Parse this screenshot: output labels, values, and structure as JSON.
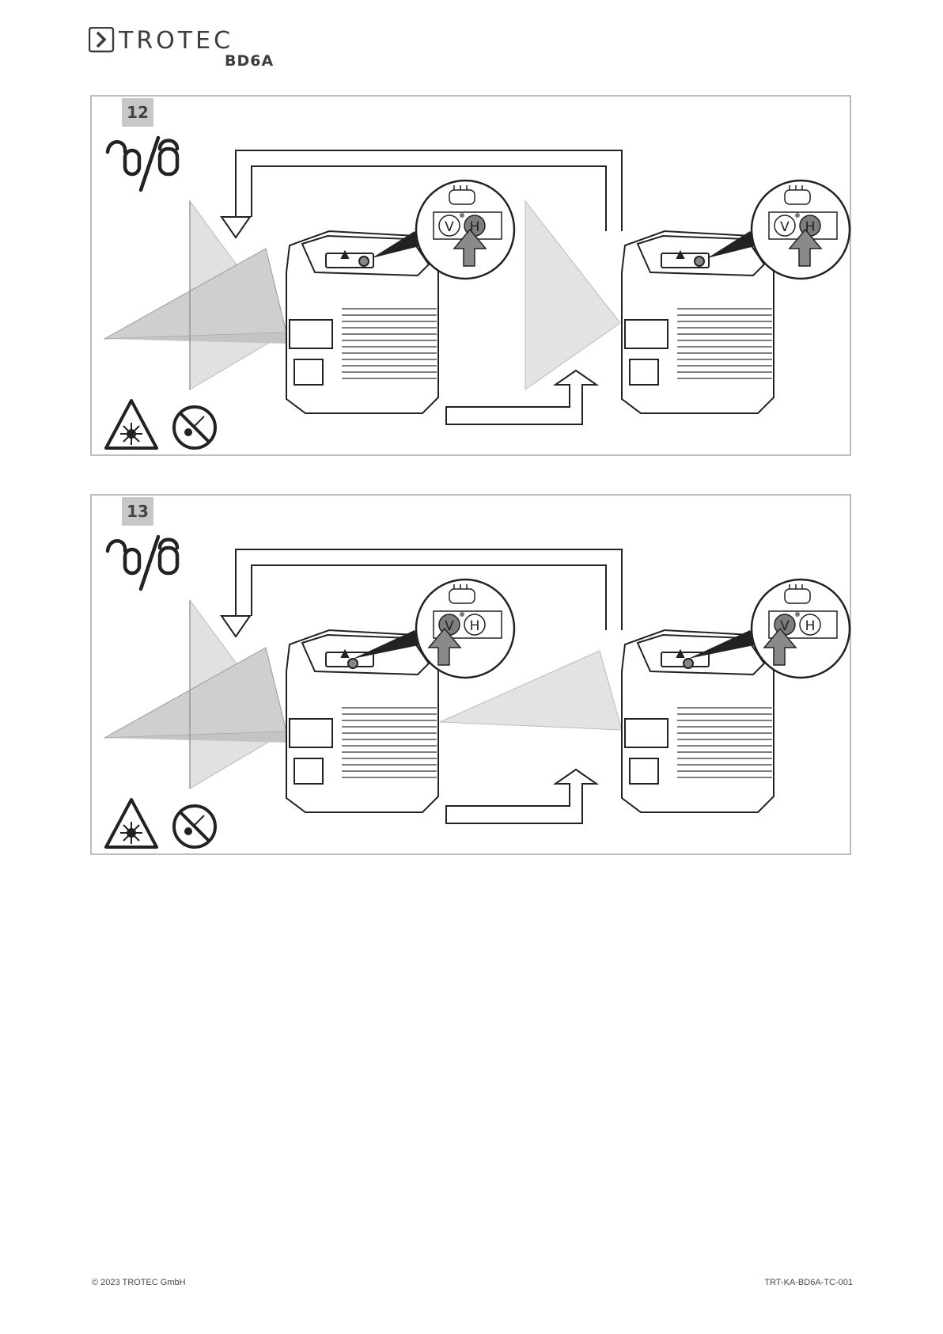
{
  "header": {
    "brand": "TROTEC",
    "model": "BD6A"
  },
  "figures": [
    {
      "number": "12",
      "button_left": "V",
      "button_right": "H",
      "active_button": "H",
      "icons": [
        "lock-unlock-icon",
        "laser-warning-icon",
        "no-laser-beam-icon",
        "press-finger-icon"
      ]
    },
    {
      "number": "13",
      "button_left": "V",
      "button_right": "H",
      "active_button": "V",
      "icons": [
        "lock-unlock-icon",
        "laser-warning-icon",
        "no-laser-beam-icon",
        "press-finger-icon"
      ]
    }
  ],
  "footer": {
    "copyright": "© 2023 TROTEC GmbH",
    "doc_id": "TRT-KA-BD6A-TC-001"
  },
  "colors": {
    "frame": "#bdbdbd",
    "label_bg": "#c7c7c7",
    "beam": "#d0d0d0",
    "button_active": "#7d7d7d"
  }
}
